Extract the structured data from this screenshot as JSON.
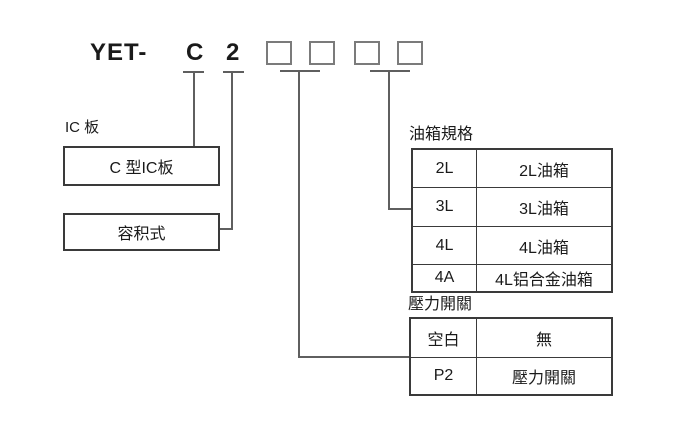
{
  "model_code": {
    "prefix": "YET-",
    "code_c": "C",
    "code_2": "2",
    "placeholder_box_count": 4
  },
  "ic_board": {
    "label": "IC 板",
    "c_type_text": "C 型IC板",
    "volumetric_text": "容积式"
  },
  "tank_spec": {
    "label": "油箱規格",
    "rows": [
      {
        "code": "2L",
        "desc": "2L油箱"
      },
      {
        "code": "3L",
        "desc": "3L油箱"
      },
      {
        "code": "4L",
        "desc": "4L油箱"
      },
      {
        "code": "4A",
        "desc": "4L铝合金油箱"
      }
    ]
  },
  "pressure_switch": {
    "label": "壓力開關",
    "rows": [
      {
        "code": "空白",
        "desc": "無"
      },
      {
        "code": "P2",
        "desc": "壓力開關"
      }
    ]
  },
  "colors": {
    "background": "#ffffff",
    "text": "#1a1a1a",
    "connector_line": "#5f5f5f",
    "placeholder_box_border": "#7b7b7b",
    "table_border": "#3a3a3a"
  }
}
